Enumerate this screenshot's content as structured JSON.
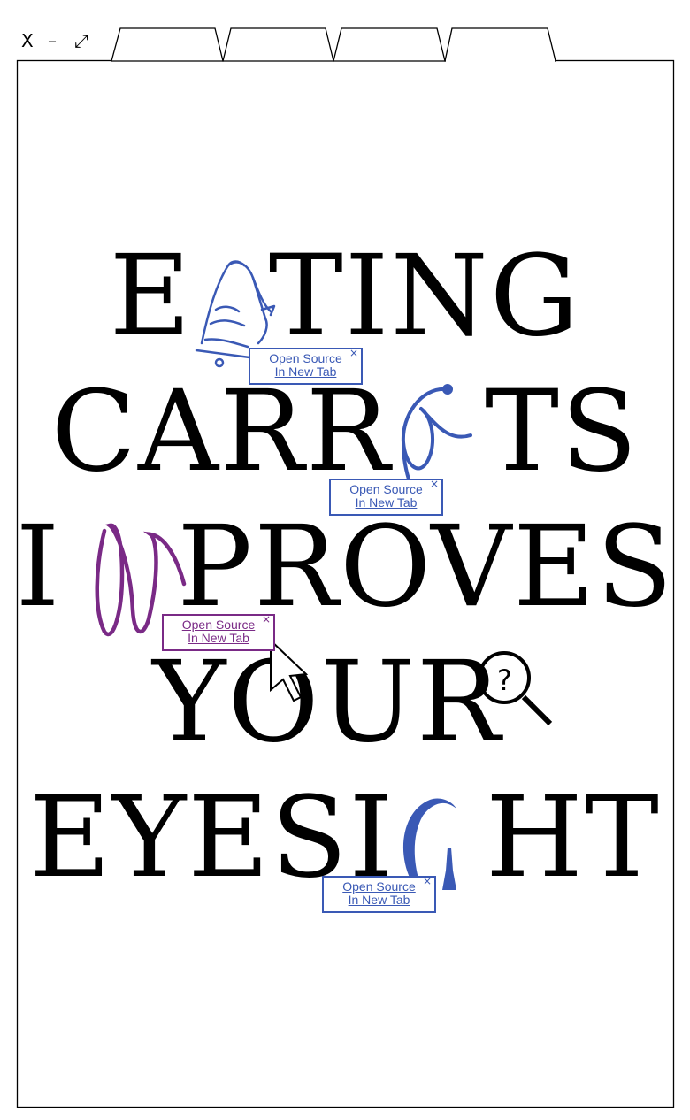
{
  "window_controls": {
    "close": "X",
    "minimize": "–",
    "expand": "⤢"
  },
  "tabs": [
    "",
    "",
    "",
    ""
  ],
  "headline": {
    "line1": {
      "left": "E",
      "hidden": "A",
      "right": "TING"
    },
    "line2": {
      "left": "CARR",
      "hidden": "O",
      "right": "TS"
    },
    "line3": {
      "left": "I",
      "hidden": "M",
      "right": "PROVES"
    },
    "line4": {
      "text": "YOUR"
    },
    "line5": {
      "left": "EYESI",
      "hidden": "G",
      "right": "HT"
    }
  },
  "popups": [
    {
      "line1": "Open Source",
      "line2": "In New Tab",
      "close": "×",
      "color": "#3a59b5"
    },
    {
      "line1": "Open Source",
      "line2": "In New Tab",
      "close": "×",
      "color": "#3a59b5"
    },
    {
      "line1": "Open Source",
      "line2": "In New Tab",
      "close": "×",
      "color": "#7a2a86"
    },
    {
      "line1": "Open Source",
      "line2": "In New Tab",
      "close": "×",
      "color": "#3a59b5"
    }
  ],
  "colors": {
    "blue": "#3a59b5",
    "purple": "#7a2a86",
    "ink": "#000000"
  },
  "icons": [
    "close-icon",
    "minimize-icon",
    "expand-icon",
    "cursor-icon",
    "magnifier-question-icon"
  ]
}
